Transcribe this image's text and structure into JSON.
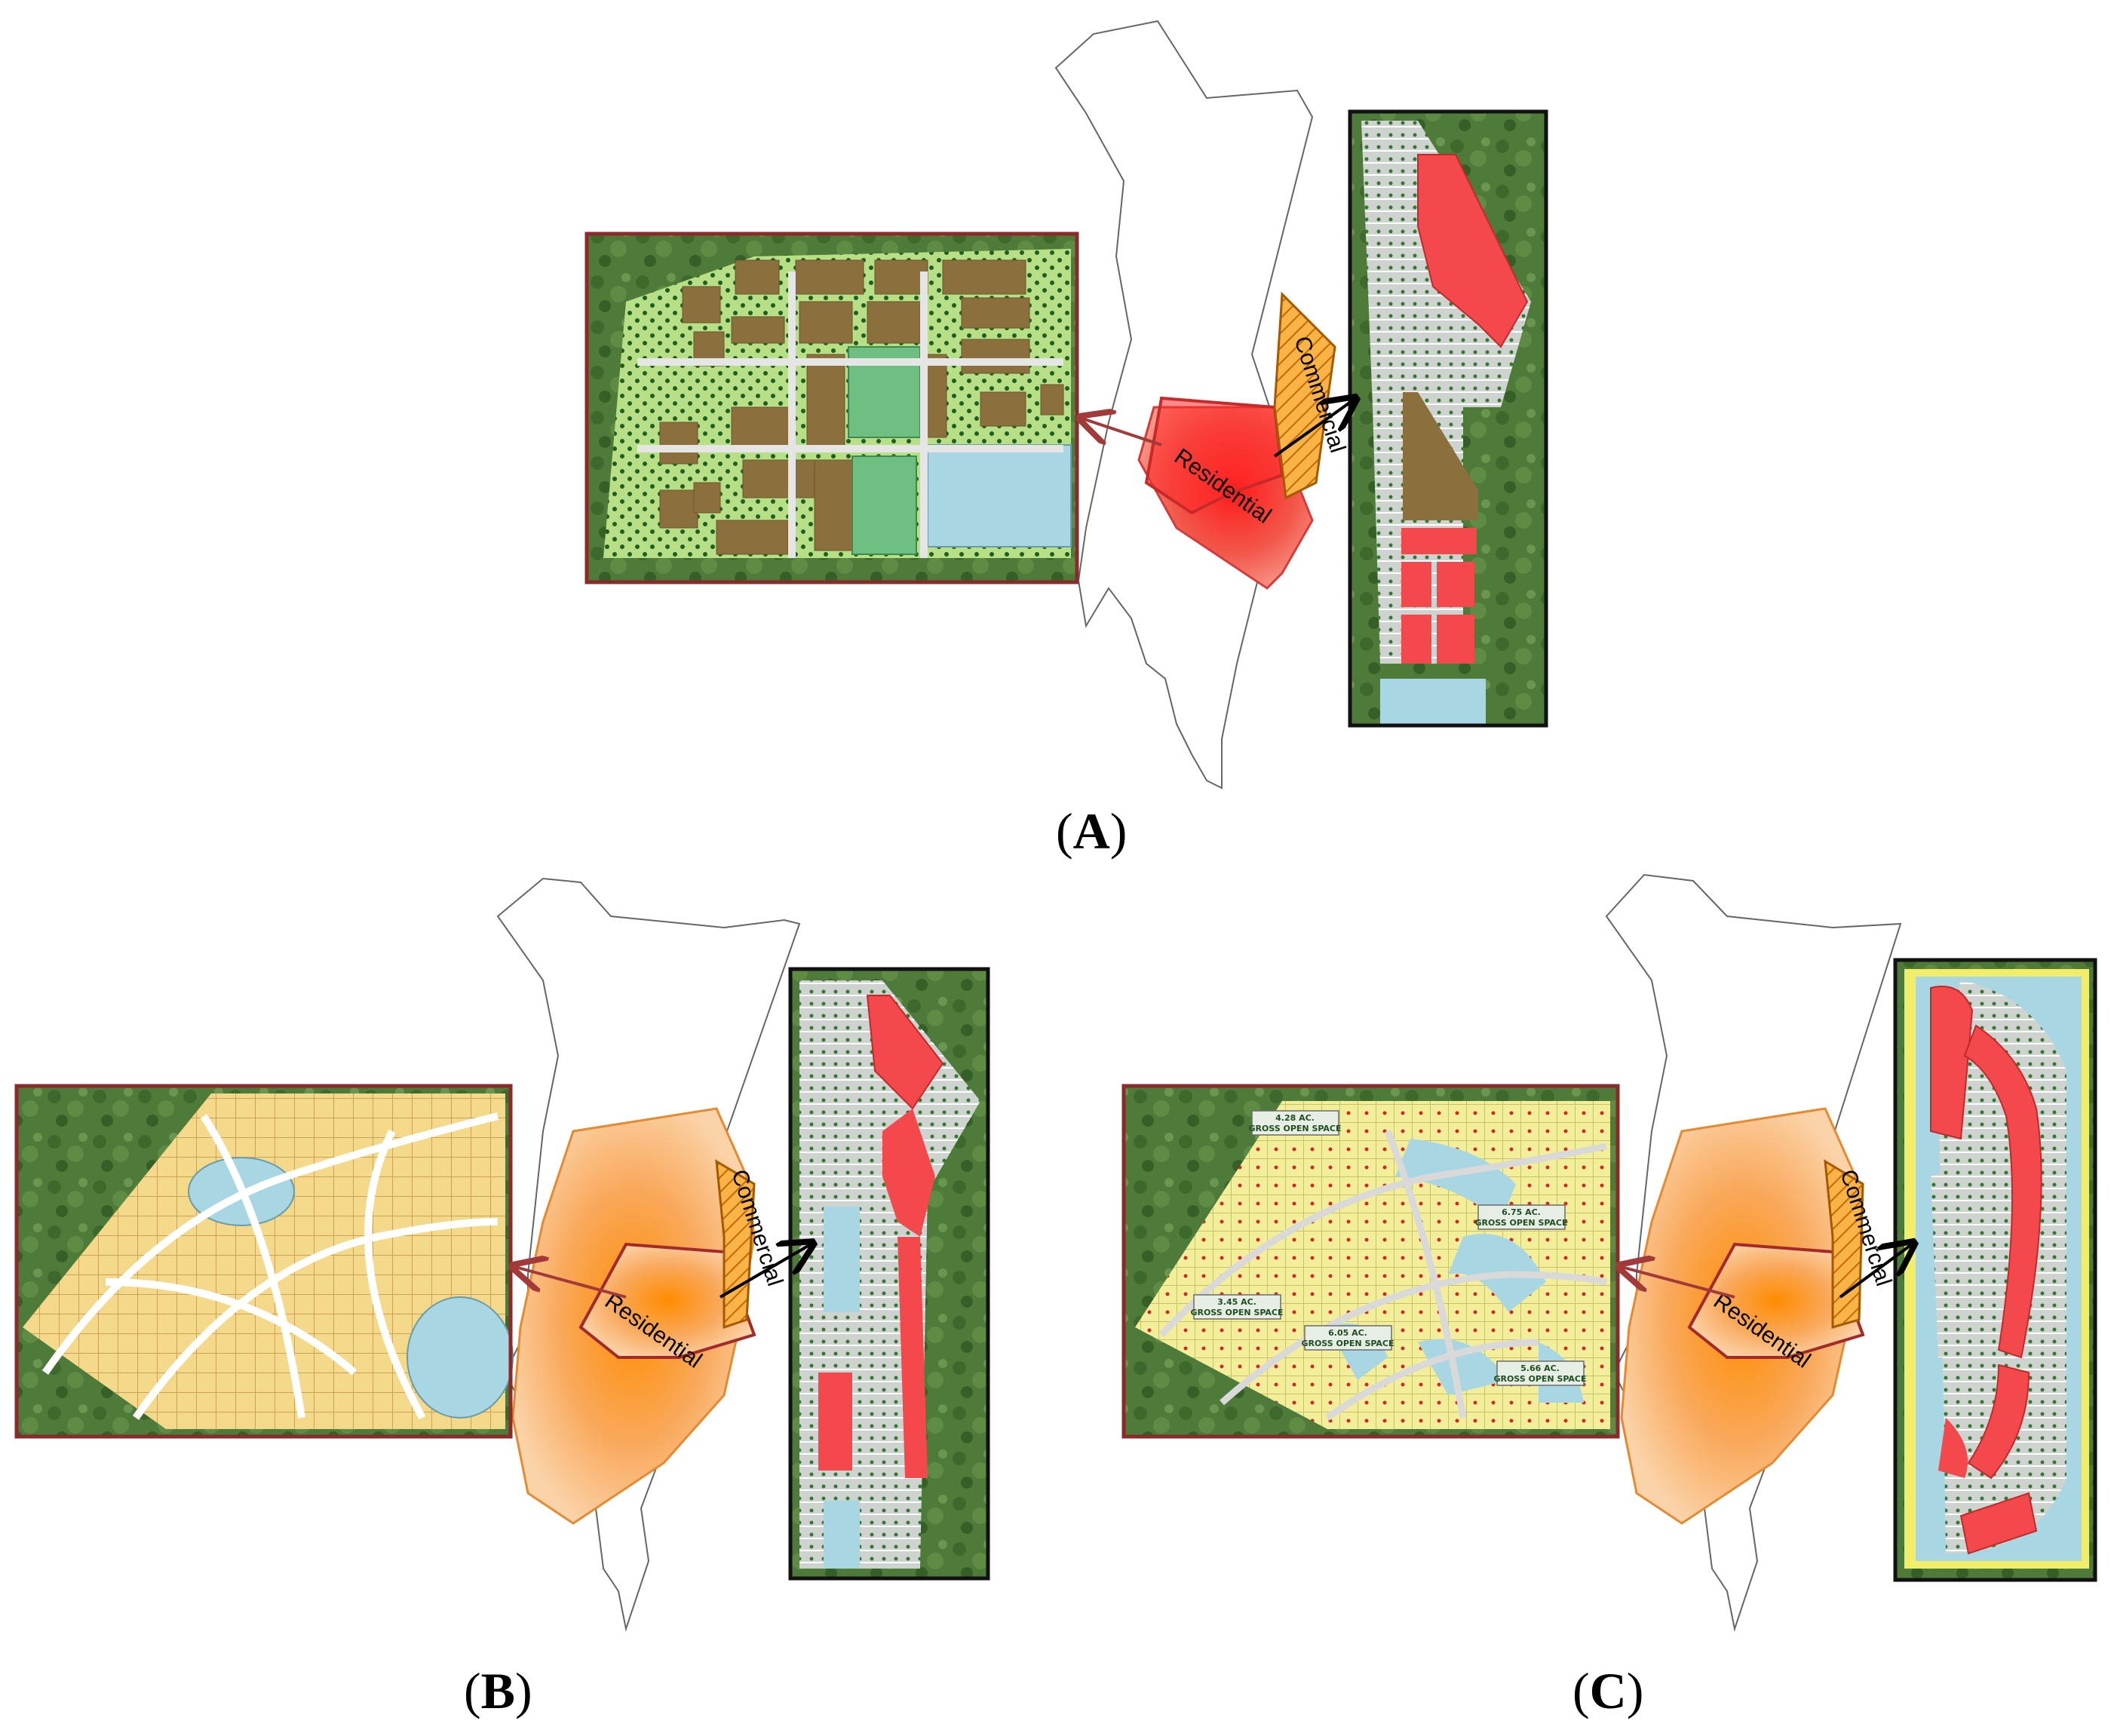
{
  "panels": [
    {
      "id": "A",
      "label": "A",
      "residential_label": "Residential",
      "commercial_label": "Commercial"
    },
    {
      "id": "B",
      "label": "B",
      "residential_label": "Residential",
      "commercial_label": "Commercial"
    },
    {
      "id": "C",
      "label": "C",
      "residential_label": "Residential",
      "commercial_label": "Commercial",
      "annotations": [
        {
          "line1": "4.28 AC.",
          "line2": "GROSS OPEN SPACE"
        },
        {
          "line1": "6.75 AC.",
          "line2": "GROSS OPEN SPACE"
        },
        {
          "line1": "3.45 AC.",
          "line2": "GROSS OPEN SPACE"
        },
        {
          "line1": "6.05 AC.",
          "line2": "GROSS OPEN SPACE"
        },
        {
          "line1": "5.66 AC.",
          "line2": "GROSS OPEN SPACE"
        }
      ]
    }
  ],
  "colors": {
    "residential_red": "#ee2b2b",
    "residential_orange": "#f59b45",
    "commercial_hatch": "#f6a623",
    "inset_border_red": "#8b2a2a",
    "inset_border_black": "#111111",
    "aerial_green": "#4f7a3c",
    "water": "#a8d6e3",
    "building_brown": "#8b6f3d",
    "lot_yellow": "#f4d98a",
    "building_red": "#f3484c"
  }
}
